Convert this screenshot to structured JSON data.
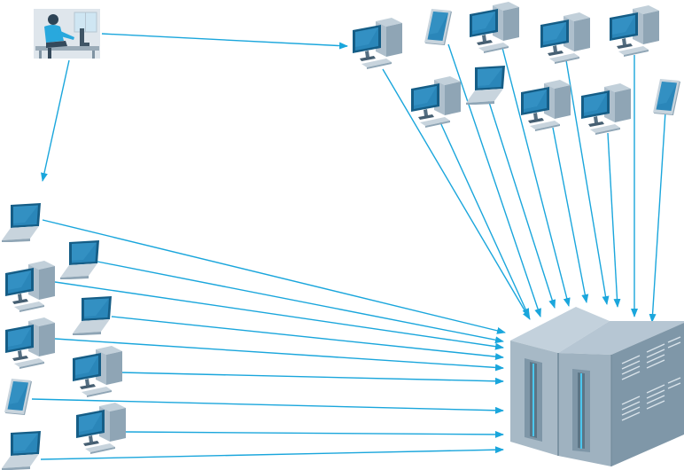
{
  "diagram": {
    "type": "network-topology",
    "attacker": {
      "icon": "person-at-computer-icon",
      "role": "controller"
    },
    "top_group": [
      {
        "id": "t1",
        "icon": "desktop-computer-icon"
      },
      {
        "id": "t2",
        "icon": "tablet-icon"
      },
      {
        "id": "t3",
        "icon": "desktop-computer-icon"
      },
      {
        "id": "t4",
        "icon": "desktop-computer-icon"
      },
      {
        "id": "t5",
        "icon": "desktop-computer-icon"
      },
      {
        "id": "t6",
        "icon": "desktop-computer-icon"
      },
      {
        "id": "t7",
        "icon": "laptop-icon"
      },
      {
        "id": "t8",
        "icon": "desktop-computer-icon"
      },
      {
        "id": "t9",
        "icon": "desktop-computer-icon"
      },
      {
        "id": "t10",
        "icon": "tablet-icon"
      }
    ],
    "left_group": [
      {
        "id": "l1",
        "icon": "laptop-icon"
      },
      {
        "id": "l2",
        "icon": "laptop-icon"
      },
      {
        "id": "l3",
        "icon": "desktop-computer-icon"
      },
      {
        "id": "l4",
        "icon": "laptop-icon"
      },
      {
        "id": "l5",
        "icon": "desktop-computer-icon"
      },
      {
        "id": "l6",
        "icon": "desktop-computer-icon"
      },
      {
        "id": "l7",
        "icon": "tablet-icon"
      },
      {
        "id": "l8",
        "icon": "desktop-computer-icon"
      },
      {
        "id": "l9",
        "icon": "laptop-icon"
      }
    ],
    "target": {
      "icon": "server-rack-icon",
      "role": "target-server"
    },
    "edges_from_attacker": [
      "t1",
      "left_group"
    ],
    "edges_to_target": [
      "t1",
      "t2",
      "t3",
      "t4",
      "t5",
      "t6",
      "t7",
      "t8",
      "t9",
      "t10",
      "l1",
      "l2",
      "l3",
      "l4",
      "l5",
      "l6",
      "l7",
      "l8",
      "l9"
    ]
  },
  "colors": {
    "arrow": "#1aa6dc",
    "device_blue": "#1d6a96",
    "device_blue_light": "#2f8dbf",
    "device_gray": "#9fb1bf",
    "device_gray_dark": "#6d8596",
    "server_front": "#a9bbc8",
    "server_side": "#7d95a6",
    "server_top": "#c7d4de",
    "server_slot": "#5a7384",
    "server_glow": "#4cc7ee"
  }
}
